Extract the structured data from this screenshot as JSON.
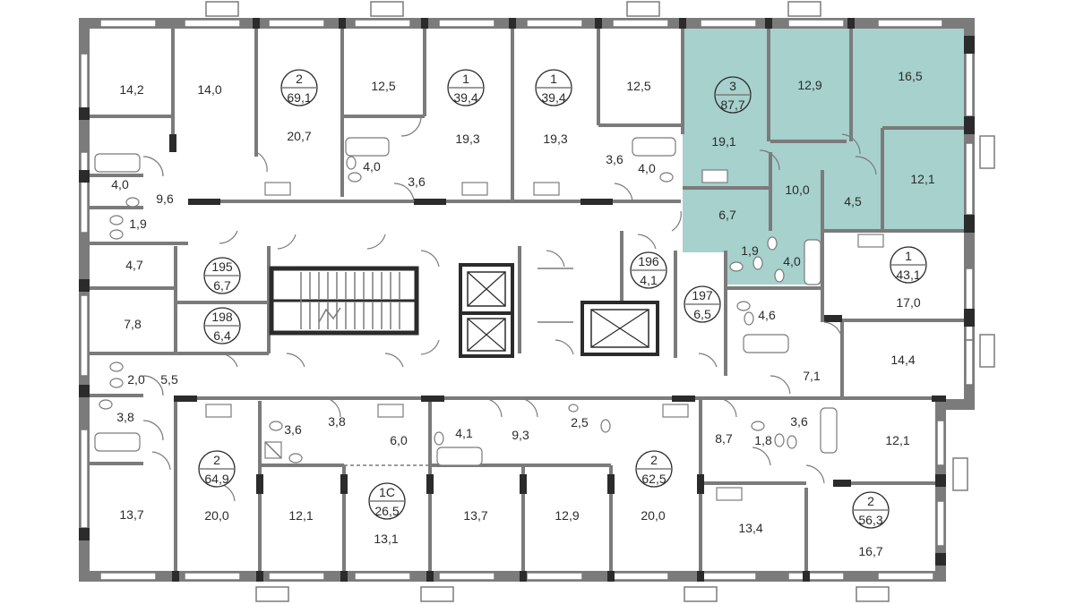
{
  "highlight_color": "#a6d1cd",
  "wall_color": "#7b7b7b",
  "apartments": [
    {
      "id": "apt-69",
      "rooms": "2",
      "area": "69,1"
    },
    {
      "id": "apt-39a",
      "rooms": "1",
      "area": "39,4"
    },
    {
      "id": "apt-39b",
      "rooms": "1",
      "area": "39,4"
    },
    {
      "id": "apt-87",
      "rooms": "3",
      "area": "87,7"
    },
    {
      "id": "apt-43",
      "rooms": "1",
      "area": "43,1"
    },
    {
      "id": "apt-64",
      "rooms": "2",
      "area": "64,9"
    },
    {
      "id": "apt-26",
      "rooms": "1С",
      "area": "26,5"
    },
    {
      "id": "apt-62",
      "rooms": "2",
      "area": "62,5"
    },
    {
      "id": "apt-56",
      "rooms": "2",
      "area": "56,3"
    }
  ],
  "storage_units": [
    {
      "id": "s195",
      "number": "195",
      "area": "6,7"
    },
    {
      "id": "s196",
      "number": "196",
      "area": "4,1"
    },
    {
      "id": "s197",
      "number": "197",
      "area": "6,5"
    },
    {
      "id": "s198",
      "number": "198",
      "area": "6,4"
    }
  ],
  "room_areas": [
    "14,2",
    "14,0",
    "20,7",
    "12,5",
    "19,3",
    "19,3",
    "12,5",
    "4,0",
    "9,6",
    "1,9",
    "4,7",
    "4,0",
    "3,6",
    "3,6",
    "4,0",
    "19,1",
    "12,9",
    "16,5",
    "10,0",
    "4,5",
    "12,1",
    "6,7",
    "1,9",
    "4,0",
    "17,0",
    "7,8",
    "2,0",
    "5,5",
    "3,8",
    "4,6",
    "14,4",
    "7,1",
    "3,6",
    "3,8",
    "6,0",
    "4,1",
    "9,3",
    "2,5",
    "8,7",
    "1,8",
    "3,6",
    "12,1",
    "13,7",
    "20,0",
    "12,1",
    "13,1",
    "13,7",
    "12,9",
    "20,0",
    "13,4",
    "16,7"
  ]
}
